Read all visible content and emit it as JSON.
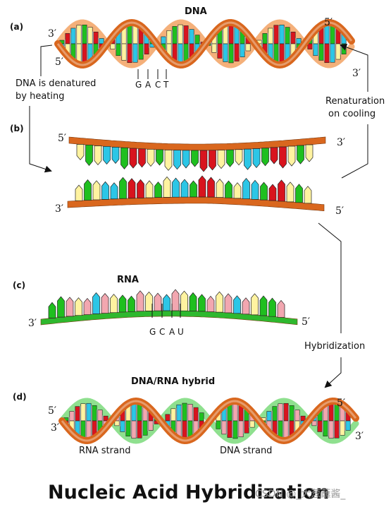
{
  "colors": {
    "backbone": "#d9671e",
    "backbone_light": "#f4b07a",
    "rna_backbone": "#2eb82e",
    "rna_backbone_light": "#8fe08f",
    "green": "#1fbf1f",
    "red": "#d8141e",
    "cyan": "#2cc6e6",
    "yellow": "#fff3a0",
    "pink": "#f2a7b0"
  },
  "panel_a": {
    "tag": "(a)",
    "label": "DNA",
    "left_top": "3′",
    "left_bottom": "5′",
    "right_top": "5′",
    "right_bottom": "3′",
    "bases": [
      "G",
      "A",
      "C",
      "T"
    ]
  },
  "panel_b": {
    "tag": "(b)",
    "top_left": "5′",
    "top_right": "3′",
    "bottom_left": "3′",
    "bottom_right": "5′"
  },
  "panel_c": {
    "tag": "(c)",
    "label": "RNA",
    "left": "3′",
    "right": "5′",
    "bases": [
      "G",
      "C",
      "A",
      "U"
    ]
  },
  "panel_d": {
    "tag": "(d)",
    "label": "DNA/RNA hybrid",
    "left_top": "5′",
    "left_bottom": "3′",
    "right_top": "5′",
    "right_bottom": "3′",
    "rna_strand": "RNA strand",
    "dna_strand": "DNA strand"
  },
  "annotations": {
    "denature_1": "DNA is denatured",
    "denature_2": "by heating",
    "renature_1": "Renaturation",
    "renature_2": "on cooling",
    "hybridization": "Hybridization"
  },
  "title": "Nucleic Acid Hybridization",
  "watermark": "CSDN @_大葱蘸酱_"
}
